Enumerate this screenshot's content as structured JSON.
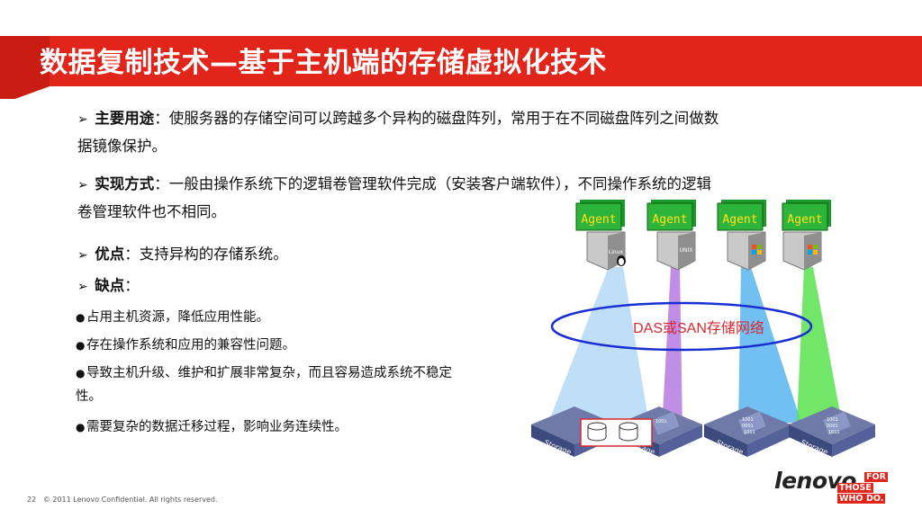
{
  "slide": {
    "title": "数据复制技术—基于主机端的存储虚拟化技术",
    "colors": {
      "banner_red": "#e1251b",
      "ellipse_blue": "#1a2fd1",
      "agent_green": "#1e9e2b"
    },
    "bullets": [
      {
        "label": "主要用途",
        "colon": "：",
        "line1": "使服务器的存储空间可以跨越多个异构的磁盘阵列，常用于在不同磁盘阵列之间做数",
        "line2": "据镜像保护。"
      },
      {
        "label": "实现方式",
        "colon": "：",
        "line1": "一般由操作系统下的逻辑卷管理软件完成（安装客户端软件），不同操作系统的逻辑",
        "line2": "卷管理软件也不相同。"
      },
      {
        "label": "优点",
        "colon": "：",
        "line1": "支持异构的存储系统。"
      },
      {
        "label": "缺点",
        "colon": "："
      }
    ],
    "cons": [
      {
        "text": "占用主机资源，降低应用性能。"
      },
      {
        "text": "存在操作系统和应用的兼容性问题。"
      },
      {
        "text": "导致主机升级、维护和扩展非常复杂，而且容易造成系统不稳定",
        "text2": "性。"
      },
      {
        "text": "需要复杂的数据迁移过程，影响业务连续性。"
      }
    ],
    "bullet_arrow": "➢",
    "bullet_dot": "●",
    "diagram": {
      "agents": [
        "Agent",
        "Agent",
        "Agent",
        "Agent"
      ],
      "server_os": [
        "Linux",
        "UNIX",
        "",
        ""
      ],
      "network_label": "DAS或SAN存储网络",
      "storage_label": "Storage",
      "storage_bits": [
        "1001",
        "0001",
        "1011"
      ]
    },
    "footer": {
      "page": "22",
      "copyright": "© 2011 Lenovo Confidential. All rights reserved."
    },
    "logo": {
      "word": "lenovo.",
      "tag1": "FOR",
      "tag2": "THOSE",
      "tag3": "WHO",
      "tag4": "DO."
    }
  }
}
